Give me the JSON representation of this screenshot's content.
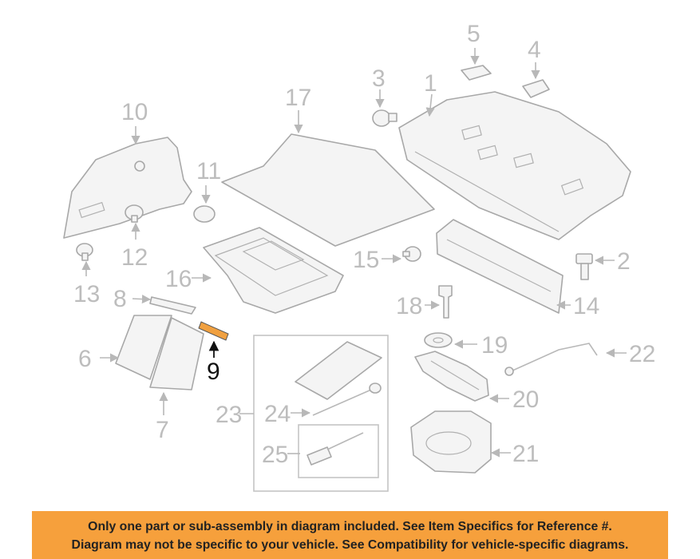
{
  "colors": {
    "banner_background": "#f6a03c",
    "highlight_part": "#f0a040",
    "muted_line": "#b8b8b8",
    "highlight_label": "#111111"
  },
  "callouts": {
    "n1": "1",
    "n2": "2",
    "n3": "3",
    "n4": "4",
    "n5": "5",
    "n6": "6",
    "n7": "7",
    "n8": "8",
    "n9": "9",
    "n10": "10",
    "n11": "11",
    "n12": "12",
    "n13": "13",
    "n14": "14",
    "n15": "15",
    "n16": "16",
    "n17": "17",
    "n18": "18",
    "n19": "19",
    "n20": "20",
    "n21": "21",
    "n22": "22",
    "n23": "23",
    "n24": "24",
    "n25": "25"
  },
  "highlighted_callout": "9",
  "banner": {
    "line1": "Only one part or sub-assembly in diagram included. See Item Specifics for Reference #.",
    "line2": "Diagram may not be specific to your vehicle. See Compatibility for vehicle-specific diagrams."
  }
}
